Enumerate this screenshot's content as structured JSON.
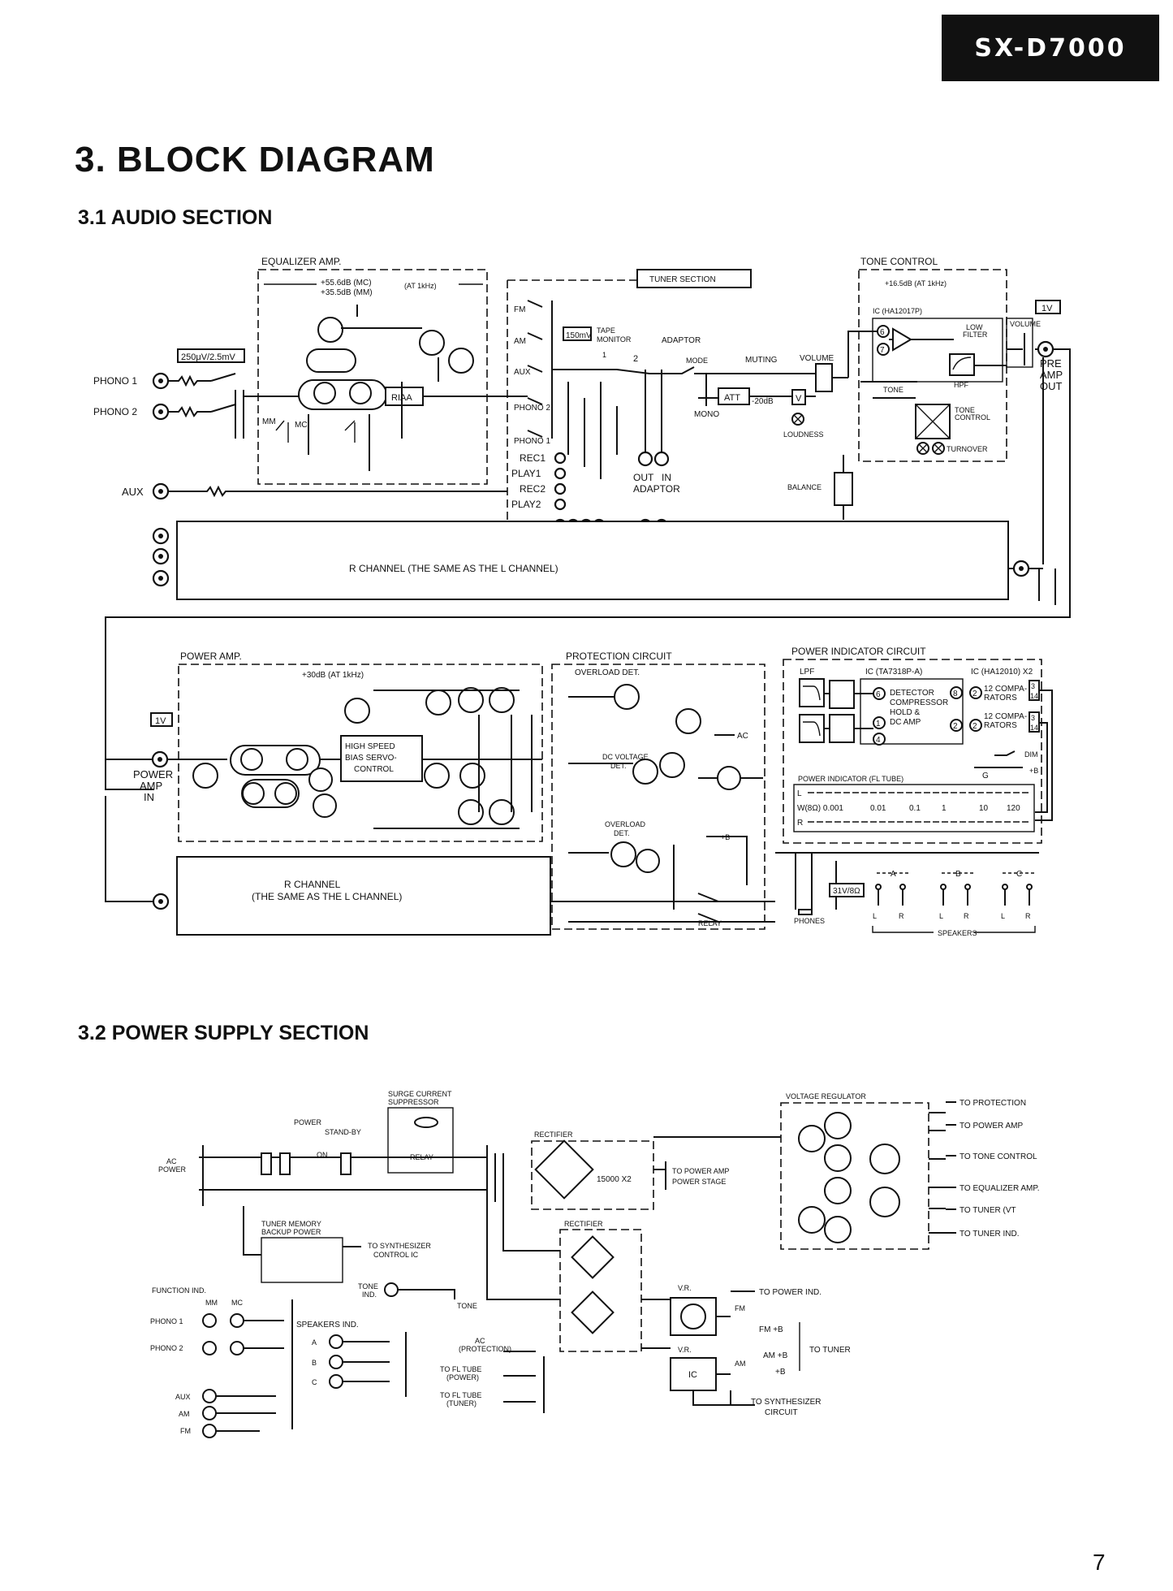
{
  "header": {
    "model": "SX-D7000"
  },
  "titles": {
    "main": "3. BLOCK DIAGRAM",
    "audio": "3.1 AUDIO SECTION",
    "power": "3.2 POWER SUPPLY SECTION"
  },
  "page_number": "7",
  "audio": {
    "equalizer": {
      "title": "EQUALIZER AMP.",
      "gain_mc": "+55.6dB (MC)",
      "gain_mm": "+35.5dB (MM)",
      "freq": "(AT 1kHz)",
      "riaa": "RIAA",
      "mm": "MM",
      "mc": "MC",
      "sens": "250μV/2.5mV"
    },
    "inputs": {
      "phono1": "PHONO 1",
      "phono2": "PHONO 2",
      "aux": "AUX"
    },
    "selector": {
      "tuner_section": "TUNER SECTION",
      "fm": "FM",
      "am": "AM",
      "aux": "AUX",
      "phono2": "PHONO 2",
      "phono1": "PHONO 1",
      "rec1": "REC1",
      "play1": "PLAY1",
      "rec2": "REC2",
      "play2": "PLAY2",
      "out": "OUT",
      "in": "IN",
      "adaptor_label": "ADAPTOR",
      "level": "150mV",
      "tape": "TAPE",
      "monitor": "MONITOR",
      "adaptor": "ADAPTOR",
      "num1": "1",
      "num2": "2"
    },
    "mode": {
      "mode": "MODE",
      "mono": "MONO",
      "muting": "MUTING",
      "att": "ATT",
      "att_level": "-20dB",
      "v": "V",
      "volume": "VOLUME",
      "loudness": "LOUDNESS",
      "balance": "BALANCE"
    },
    "tone": {
      "title": "TONE CONTROL",
      "gain": "+16.5dB (AT 1kHz)",
      "ic": "IC (HA12017P)",
      "low_filter_1": "LOW",
      "low_filter_2": "FILTER",
      "hpf": "HPF",
      "tone": "TONE",
      "tone_control_1": "TONE",
      "tone_control_2": "CONTROL",
      "turnover": "TURNOVER",
      "pin6": "6",
      "pin7": "7"
    },
    "volume_out": {
      "level": "1V",
      "volume": "VOLUME",
      "pre": "PRE",
      "amp": "AMP",
      "out": "OUT"
    },
    "r_channel_1": "R CHANNEL (THE SAME AS THE L CHANNEL)",
    "power_amp": {
      "title": "POWER AMP.",
      "gain": "+30dB (AT 1kHz)",
      "bias_1": "HIGH SPEED",
      "bias_2": "BIAS SERVO-",
      "bias_3": "CONTROL",
      "level": "1V",
      "in_1": "POWER",
      "in_2": "AMP",
      "in_3": "IN"
    },
    "r_channel_2a": "R CHANNEL",
    "r_channel_2b": "(THE SAME AS THE L CHANNEL)",
    "protection": {
      "title": "PROTECTION CIRCUIT",
      "overload1": "OVERLOAD DET.",
      "dcv1": "DC VOLTAGE",
      "dcv2": "DET.",
      "overload2a": "OVERLOAD",
      "overload2b": "DET.",
      "ac": "AC",
      "b": "+B",
      "relay": "RELAY"
    },
    "indicator": {
      "title": "POWER INDICATOR CIRCUIT",
      "lpf": "LPF",
      "ic1": "IC (TA7318P-A)",
      "ic2": "IC (HA12010) X2",
      "det1": "DETECTOR",
      "det2": "COMPRESSOR",
      "det3": "HOLD &",
      "det4": "DC AMP",
      "comp1a": "12 COMPA-",
      "comp1b": "RATORS",
      "comp2a": "12 COMPA-",
      "comp2b": "RATORS",
      "dim": "DIM",
      "g": "G",
      "b": "+B",
      "fl": "POWER INDICATOR (FL TUBE)",
      "l": "L",
      "r": "R",
      "scale": [
        "W(8Ω) 0.001",
        "0.01",
        "0.1",
        "1",
        "10",
        "120"
      ],
      "pin6": "6",
      "pin8": "8",
      "pin1": "1",
      "pin4": "4",
      "pin2a": "2",
      "pin2b": "2",
      "pin2c": "2",
      "pin3a": "3",
      "pin14a": "14",
      "pin3b": "3",
      "pin14b": "14"
    },
    "speakers": {
      "phones": "PHONES",
      "phones_level": "31V/8Ω",
      "a": "A",
      "b": "B",
      "c": "C",
      "l": "L",
      "r": "R",
      "speakers": "SPEAKERS"
    }
  },
  "power_supply": {
    "surge_1": "SURGE CURRENT",
    "surge_2": "SUPPRESSOR",
    "power": "POWER",
    "standby": "STAND-BY",
    "on": "ON",
    "relay": "RELAY",
    "ac_1": "AC",
    "ac_2": "POWER",
    "rectifier1": "RECTIFIER",
    "cap": "15000 X2",
    "to_pa_1": "TO POWER AMP",
    "to_pa_2": "POWER STAGE",
    "memory_1": "TUNER MEMORY",
    "memory_2": "BACKUP POWER",
    "to_synth_1": "TO SYNTHESIZER",
    "to_synth_2": "CONTROL IC",
    "rectifier2": "RECTIFIER",
    "regulator": "VOLTAGE REGULATOR",
    "outputs": [
      "TO PROTECTION",
      "TO POWER AMP",
      "TO TONE CONTROL",
      "TO EQUALIZER AMP.",
      "TO TUNER (VT",
      "TO TUNER IND."
    ],
    "function_ind": "FUNCTION IND.",
    "mm": "MM",
    "mc": "MC",
    "phono1": "PHONO 1",
    "phono2": "PHONO 2",
    "aux": "AUX",
    "am": "AM",
    "fm": "FM",
    "tone_ind_1": "TONE",
    "tone_ind_2": "IND.",
    "tone": "TONE",
    "speakers_ind": "SPEAKERS IND.",
    "spk_a": "A",
    "spk_b": "B",
    "spk_c": "C",
    "ac_prot_1": "AC",
    "ac_prot_2": "(PROTECTION)",
    "fl_power_1": "TO FL TUBE",
    "fl_power_2": "(POWER)",
    "fl_tuner_1": "TO FL TUBE",
    "fl_tuner_2": "(TUNER)",
    "vr1": "V.R.",
    "vr2": "V.R.",
    "ic": "IC",
    "to_power_ind": "TO POWER IND.",
    "fm_label": "FM",
    "fm_b": "FM +B",
    "am_b": "AM +B",
    "b": "+B",
    "am_label": "AM",
    "to_tuner": "TO TUNER",
    "to_synth_circuit_1": "TO SYNTHESIZER",
    "to_synth_circuit_2": "CIRCUIT"
  }
}
